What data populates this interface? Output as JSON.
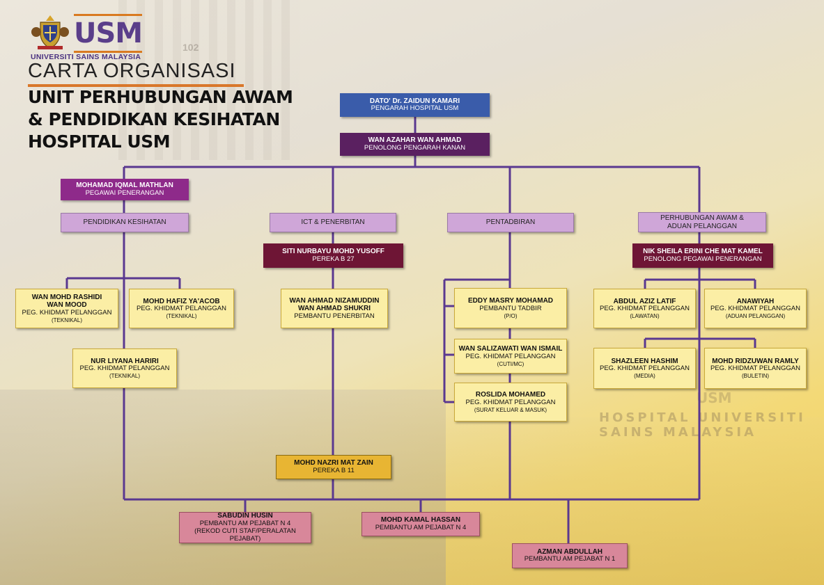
{
  "header": {
    "university": "UNIVERSITI SAINS MALAYSIA",
    "logo_text": "USM",
    "title_line1": "CARTA ORGANISASI",
    "title_line2": "UNIT PERHUBUNGAN AWAM",
    "title_line3": "& PENDIDIKAN KESIHATAN",
    "title_line4": "HOSPITAL USM"
  },
  "colors": {
    "director": "#3a5caa",
    "deputy": "#5a2060",
    "officer": "#8e2a8a",
    "unit": "#cfa6d8",
    "head": "#6e1535",
    "staff": "#fbeea5",
    "designer": "#e8b533",
    "office": "#d8879a",
    "lines": "#5a3890"
  },
  "director": {
    "name": "DATO' Dr. ZAIDUN KAMARI",
    "role": "PENGARAH HOSPITAL USM"
  },
  "deputy": {
    "name": "WAN AZAHAR WAN AHMAD",
    "role": "PENOLONG PENGARAH KANAN"
  },
  "officer": {
    "name": "MOHAMAD IQMAL MATHLAN",
    "role": "PEGAWAI PENERANGAN"
  },
  "units": {
    "pendidikan": "PENDIDIKAN KESIHATAN",
    "ict": "ICT & PENERBITAN",
    "pentadbiran": "PENTADBIRAN",
    "perhubungan_1": "PERHUBUNGAN AWAM &",
    "perhubungan_2": "ADUAN PELANGGAN"
  },
  "heads": {
    "ict": {
      "name": "SITI NURBAYU MOHD YUSOFF",
      "role": "PEREKA B 27"
    },
    "perhubungan": {
      "name": "NIK SHEILA ERINI CHE MAT KAMEL",
      "role": "PENOLONG PEGAWAI PENERANGAN"
    }
  },
  "staff": {
    "rashidi": {
      "name1": "WAN MOHD RASHIDI",
      "name2": "WAN MOOD",
      "role": "PEG. KHIDMAT PELANGGAN",
      "sub": "(TEKNIKAL)"
    },
    "hafiz": {
      "name": "MOHD HAFIZ YA'ACOB",
      "role": "PEG. KHIDMAT PELANGGAN",
      "sub": "(TEKNIKAL)"
    },
    "liyana": {
      "name": "NUR LIYANA HARIRI",
      "role": "PEG. KHIDMAT PELANGGAN",
      "sub": "(TEKNIKAL)"
    },
    "nizamuddin": {
      "name1": "WAN AHMAD NIZAMUDDIN",
      "name2": "WAN AHMAD SHUKRI",
      "role": "PEMBANTU PENERBITAN"
    },
    "eddy": {
      "name": "EDDY MASRY MOHAMAD",
      "role": "PEMBANTU TADBIR",
      "sub": "(P/O)"
    },
    "salizawati": {
      "name": "WAN SALIZAWATI WAN ISMAIL",
      "role": "PEG. KHIDMAT PELANGGAN",
      "sub": "(CUTI/MC)"
    },
    "roslida": {
      "name": "ROSLIDA MOHAMED",
      "role": "PEG. KHIDMAT PELANGGAN",
      "sub": "(SURAT KELUAR & MASUK)"
    },
    "aziz": {
      "name": "ABDUL AZIZ LATIF",
      "role": "PEG. KHIDMAT PELANGGAN",
      "sub": "(LAWATAN)"
    },
    "anawiyah": {
      "name": "ANAWIYAH",
      "role": "PEG. KHIDMAT PELANGGAN",
      "sub": "(ADUAN PELANGGAN)"
    },
    "shazleen": {
      "name": "SHAZLEEN HASHIM",
      "role": "PEG. KHIDMAT PELANGGAN",
      "sub": "(MEDIA)"
    },
    "ridzuwan": {
      "name": "MOHD RIDZUWAN RAMLY",
      "role": "PEG. KHIDMAT PELANGGAN",
      "sub": "(BULETIN)"
    }
  },
  "designer": {
    "name": "MOHD NAZRI MAT ZAIN",
    "role": "PEREKA B 11"
  },
  "office": {
    "sabudin": {
      "name": "SABUDIN HUSIN",
      "role": "PEMBANTU AM PEJABAT N 4",
      "sub": "(REKOD CUTI STAF/PERALATAN PEJABAT)"
    },
    "kamal": {
      "name": "MOHD KAMAL HASSAN",
      "role": "PEMBANTU AM PEJABAT N 4"
    },
    "azman": {
      "name": "AZMAN ABDULLAH",
      "role": "PEMBANTU AM PEJABAT N 1"
    }
  },
  "background": {
    "watermark": "HOSPITAL UNIVERSITI SAINS MALAYSIA",
    "building_number": "102"
  }
}
